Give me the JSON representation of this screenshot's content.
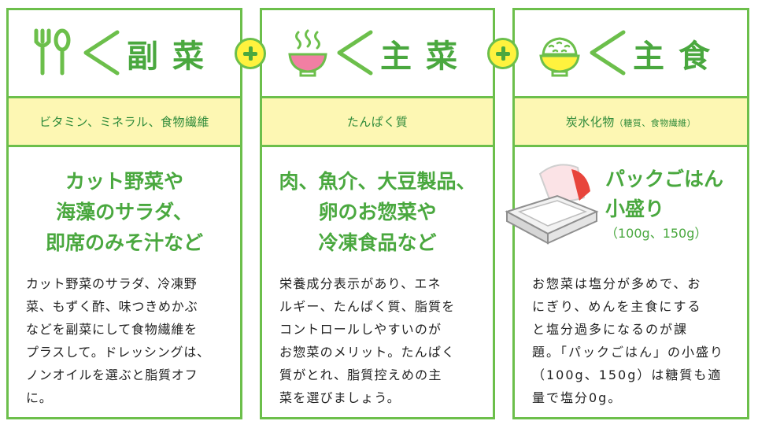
{
  "colors": {
    "green": "#4aa83f",
    "border": "#6cbf4b",
    "band": "#fdf7b3",
    "plus": "#fff23e",
    "bowl": "#f17fa3"
  },
  "cards": [
    {
      "icon": "fork-spoon-icon",
      "title": "副菜",
      "nutrients": "ビタミン、ミネラル、食物繊維",
      "headline": [
        "カット野菜や",
        "海藻のサラダ、",
        "即席のみそ汁など"
      ],
      "body": [
        "カット野菜のサラダ、冷凍野",
        "菜、もずく酢、味つきめかぶ",
        "などを副菜にして食物繊維を",
        "プラスして。ドレッシングは、",
        "ノンオイルを選ぶと脂質オフ",
        "に。"
      ]
    },
    {
      "icon": "steaming-bowl-icon",
      "title": "主菜",
      "nutrients": "たんぱく質",
      "headline": [
        "肉、魚介、大豆製品、",
        "卵のお惣菜や",
        "冷凍食品など"
      ],
      "body": [
        "栄養成分表示があり、エネ",
        "ルギー、たんぱく質、脂質を",
        "コントロールしやすいのが",
        "お惣菜のメリット。たんぱく",
        "質がとれ、脂質控えめの主",
        "菜を選びましょう。"
      ]
    },
    {
      "icon": "rice-bowl-icon",
      "title": "主食",
      "nutrients": "炭水化物",
      "nutrients_note": "（糖質、食物繊維）",
      "headline": [
        "パックごはん",
        "小盛り"
      ],
      "headline_sub": "（100g、150g）",
      "body": [
        "お惣菜は塩分が多めで、お",
        "にぎり、めんを主食にする",
        "と塩分過多になるのが課",
        "題。「パックごはん」の小盛り",
        "（100g、150g）は糖質も適",
        "量で塩分0g。"
      ]
    }
  ]
}
